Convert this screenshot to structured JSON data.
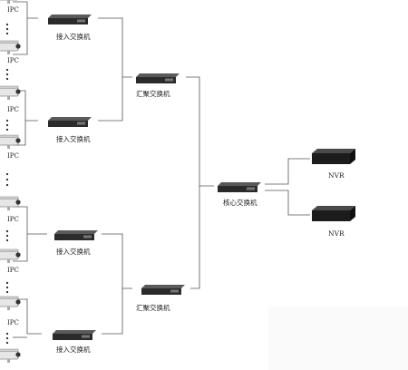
{
  "labels": {
    "ipc": "IPC",
    "access_switch": "接入交换机",
    "aggregation_switch": "汇聚交换机",
    "core_switch": "核心交换机",
    "nvr": "NVR"
  },
  "colors": {
    "line": "#555555",
    "switch_body": "#2b2b2b",
    "nvr_body": "#1c1c1c",
    "camera_body": "#e6e6e6",
    "camera_outline": "#888888",
    "watermark": "#ececec"
  }
}
